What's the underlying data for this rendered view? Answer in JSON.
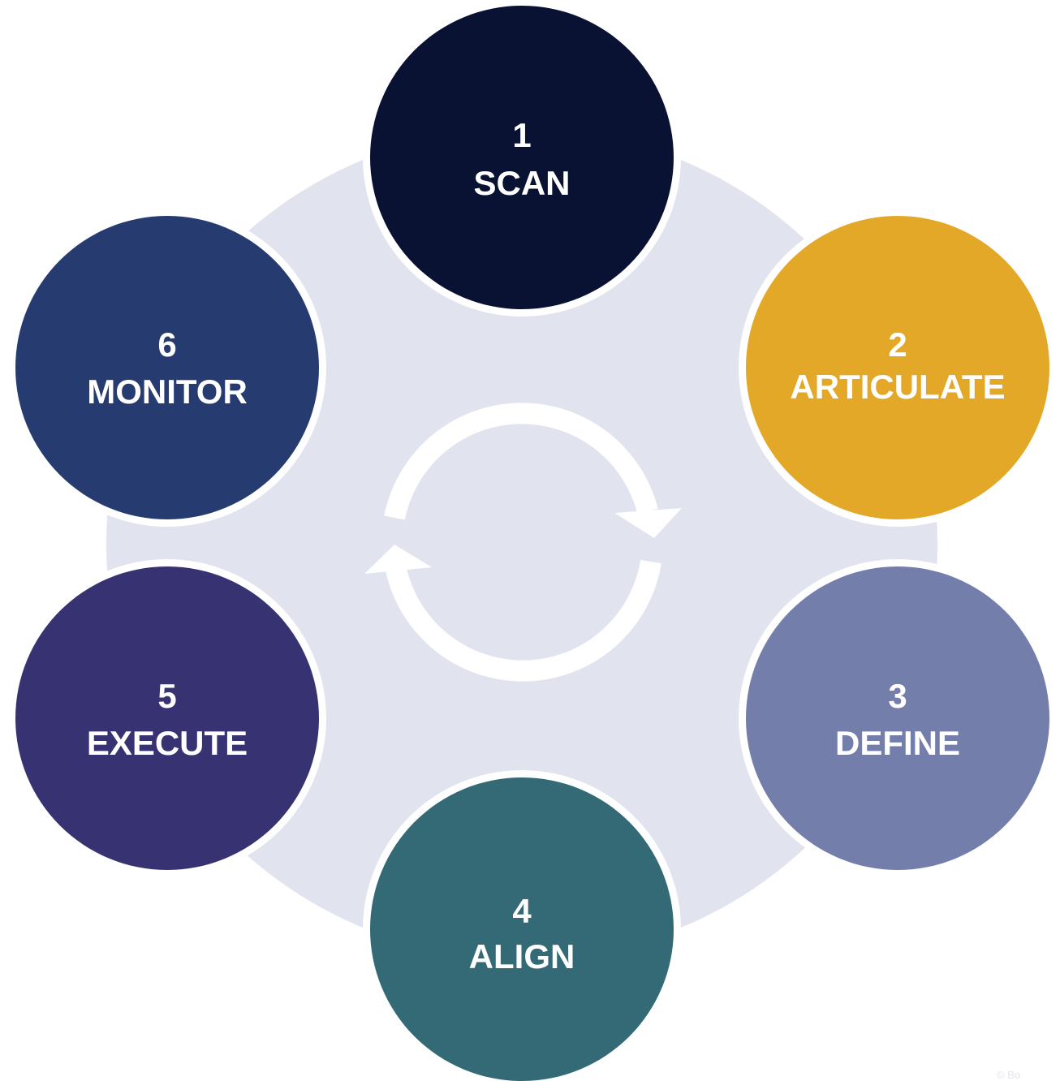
{
  "diagram": {
    "colors": {
      "background_disc": "#e1e3ee",
      "ring_outline": "#ffffff",
      "cycle_arrows": "#ffffff"
    },
    "center_icon": "refresh-cycle-icon",
    "steps": [
      {
        "number": "1",
        "label": "SCAN",
        "color": "#0a1233"
      },
      {
        "number": "2",
        "label": "ARTICULATE",
        "color": "#e3a827"
      },
      {
        "number": "3",
        "label": "DEFINE",
        "color": "#737eab"
      },
      {
        "number": "4",
        "label": "ALIGN",
        "color": "#346a75"
      },
      {
        "number": "5",
        "label": "EXECUTE",
        "color": "#373372"
      },
      {
        "number": "6",
        "label": "MONITOR",
        "color": "#263b70"
      }
    ],
    "watermark": "© Bo"
  }
}
